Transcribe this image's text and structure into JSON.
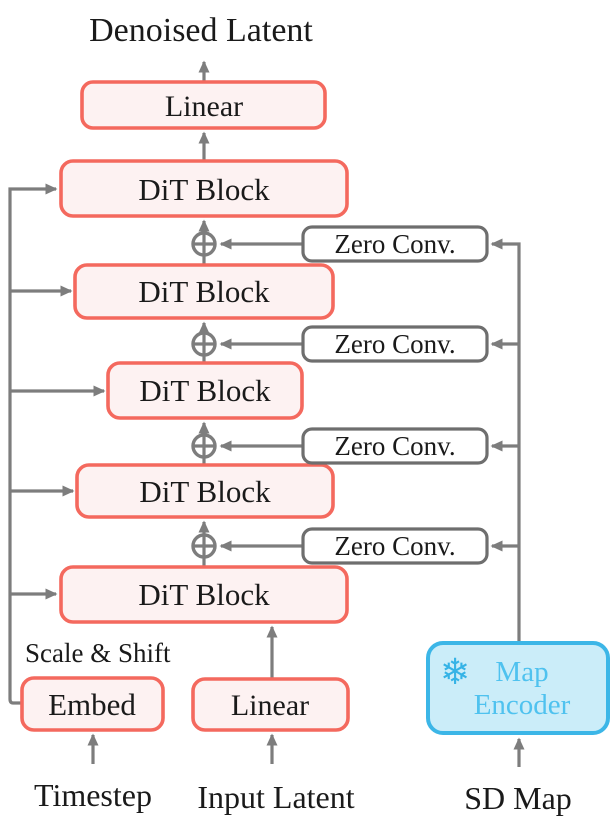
{
  "diagram": {
    "output_label": "Denoised Latent",
    "final_linear": {
      "label": "Linear"
    },
    "dit_blocks": [
      {
        "label": "DiT Block"
      },
      {
        "label": "DiT Block"
      },
      {
        "label": "DiT Block"
      },
      {
        "label": "DiT Block"
      },
      {
        "label": "DiT Block"
      }
    ],
    "zero_convs": [
      {
        "label": "Zero Conv."
      },
      {
        "label": "Zero Conv."
      },
      {
        "label": "Zero Conv."
      },
      {
        "label": "Zero Conv."
      }
    ],
    "scale_shift_label": "Scale & Shift",
    "embed_box": {
      "label": "Embed"
    },
    "input_linear": {
      "label": "Linear"
    },
    "map_encoder": {
      "line1": "Map",
      "line2": "Encoder",
      "snowflake_icon": "❄"
    },
    "input_labels": {
      "timestep": "Timestep",
      "input_latent": "Input Latent",
      "sd_map": "SD Map"
    },
    "colors": {
      "block_border": "#F4695E",
      "block_fill": "#FDF2F2",
      "connector_gray": "#7D7D7D",
      "zero_conv_border": "#6E6E6E",
      "map_border": "#3CB6E7",
      "map_fill": "#CBEDF9",
      "map_text": "#4FC2EF",
      "snowflake": "#35B3E6",
      "text_black": "#1A1A1A"
    }
  }
}
